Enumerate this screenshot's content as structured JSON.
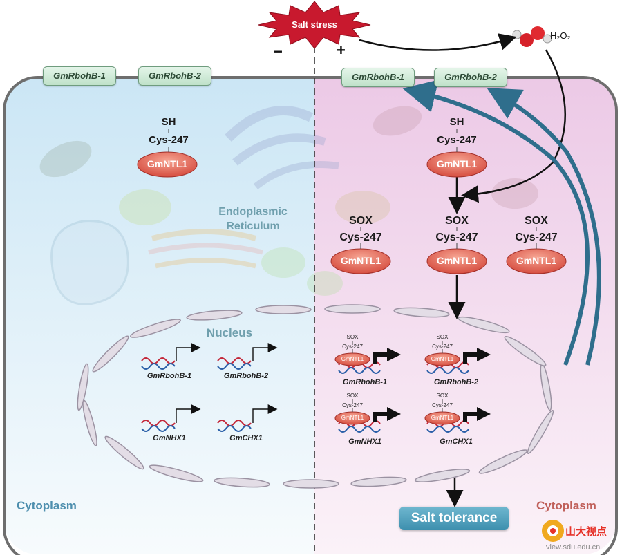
{
  "stress": {
    "label": "Salt stress",
    "minus": "−",
    "plus": "+",
    "h2o2": "H₂O₂"
  },
  "membrane_left": [
    "GmRbohB-1",
    "GmRbohB-2"
  ],
  "membrane_right": [
    "GmRbohB-1",
    "GmRbohB-2"
  ],
  "left": {
    "sh": "SH",
    "cys": "Cys-247",
    "ntl": "GmNTL1",
    "er_line1": "Endoplasmic",
    "er_line2": "Reticulum",
    "cytoplasm": "Cytoplasm"
  },
  "right": {
    "sh": "SH",
    "cys": "Cys-247",
    "ntl": "GmNTL1",
    "proteins": [
      {
        "sox": "SOX",
        "cys": "Cys-247",
        "ntl": "GmNTL1"
      },
      {
        "sox": "SOX",
        "cys": "Cys-247",
        "ntl": "GmNTL1"
      },
      {
        "sox": "SOX",
        "cys": "Cys-247",
        "ntl": "GmNTL1"
      },
      {
        "sox": "SOX",
        "cys": "Cys-247",
        "ntl": "GmNTL1"
      }
    ],
    "cytoplasm": "Cytoplasm"
  },
  "nucleus": {
    "title": "Nucleus",
    "genes_left": [
      "GmRbohB-1",
      "GmRbohB-2",
      "GmNHX1",
      "GmCHX1"
    ],
    "genes_right": [
      "GmRbohB-1",
      "GmRbohB-2",
      "GmNHX1",
      "GmCHX1"
    ],
    "bound": {
      "sox": "SOX",
      "cys": "Cys-247",
      "ntl": "GmNTL1"
    }
  },
  "outcome": "Salt tolerance",
  "watermark": {
    "name": "山大视点",
    "url": "view.sdu.edu.cn"
  },
  "colors": {
    "left_bg": "#d3ebf6",
    "right_bg": "#efd3ea",
    "ntl": "#de5a48",
    "arrow_blue": "#2f6e8c"
  }
}
